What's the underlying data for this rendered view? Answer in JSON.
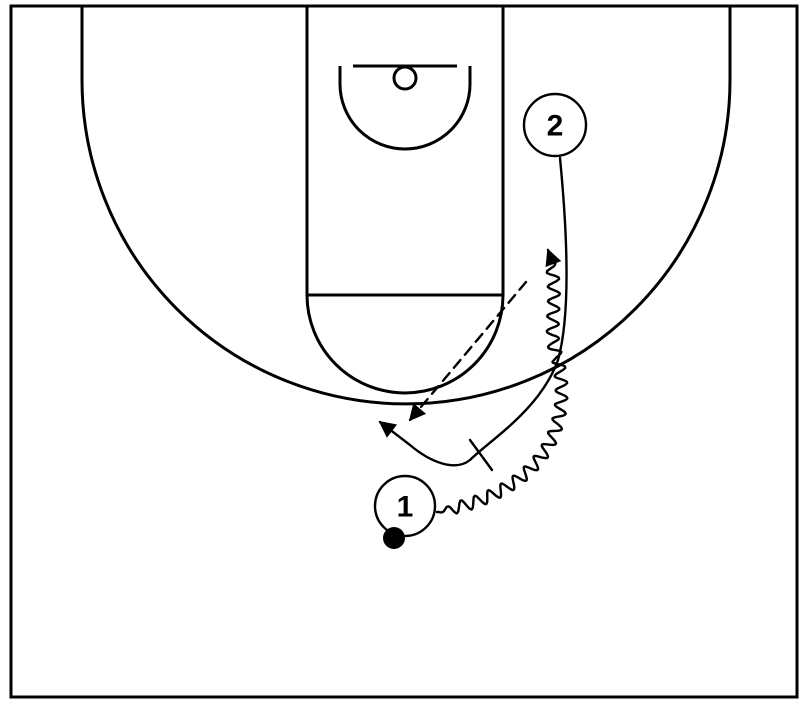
{
  "colors": {
    "line": "#000000",
    "background": "#ffffff",
    "ball": "#000000"
  },
  "players": [
    {
      "number": "1",
      "has_ball": true
    },
    {
      "number": "2",
      "has_ball": false
    }
  ],
  "actions": [
    {
      "from": "1",
      "type": "dribble"
    },
    {
      "from": "2",
      "type": "cut"
    },
    {
      "from": "1",
      "to": "2",
      "type": "pass"
    },
    {
      "type": "screen"
    }
  ]
}
